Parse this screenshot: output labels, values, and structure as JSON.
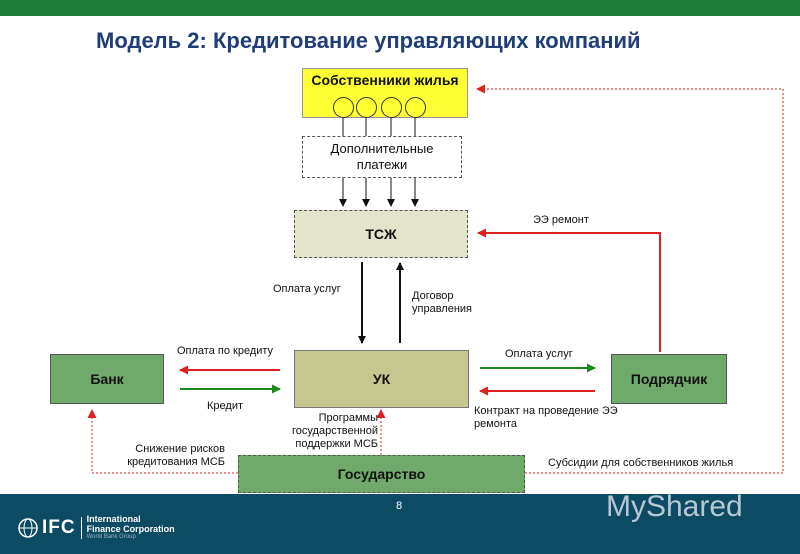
{
  "title": "Модель 2: Кредитование управляющих компаний",
  "boxes": {
    "owners": "Собственники жилья",
    "extra_payments": "Дополнительные платежи",
    "tszh": "ТСЖ",
    "uk": "УК",
    "bank": "Банк",
    "contractor": "Подрядчик",
    "state": "Государство"
  },
  "labels": {
    "ee_repair": "ЭЭ ремонт",
    "payment_services_left": "Оплата услуг",
    "management_contract": "Договор управления",
    "loan_payment": "Оплата по кредиту",
    "credit": "Кредит",
    "payment_services_right": "Оплата услуг",
    "repair_contract": "Контракт на проведение ЭЭ ремонта",
    "state_programs": "Программы государственной поддержки МСБ",
    "risk_reduction": "Снижение рисков кредитования МСБ",
    "owner_subsidies": "Субсидии для собственников жилья"
  },
  "footer": {
    "ifc_short": "IFC",
    "ifc_name_line1": "International",
    "ifc_name_line2": "Finance Corporation",
    "ifc_sub": "World Bank Group",
    "page_number": "8",
    "watermark": "MyShared"
  },
  "colors": {
    "top_bar": "#1e7b3c",
    "title": "#1f3e78",
    "owners_box": "#ffff33",
    "tszh_box": "#e4e4cc",
    "uk_box": "#c6c68f",
    "green_box": "#6faa6a",
    "red_arrow": "#e02020",
    "green_arrow": "#1a8a1a",
    "footer": "#0d4a63"
  }
}
